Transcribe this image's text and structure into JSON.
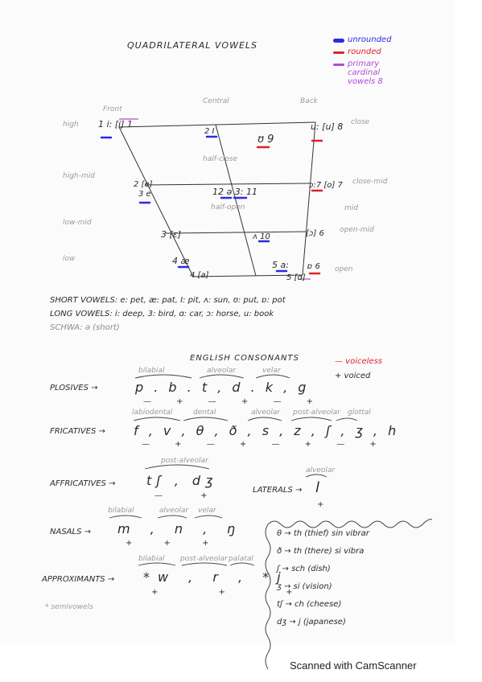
{
  "title": "QUADRILATERAL VOWELS",
  "legend": [
    {
      "label": "unrounded",
      "color": "#2b2be0"
    },
    {
      "label": "rounded",
      "color": "#e0202a"
    },
    {
      "label": "primary cardinal vowels 8",
      "color": "#b04ad8"
    }
  ],
  "quad": {
    "columns": [
      "Front",
      "Central",
      "Back"
    ],
    "rows": [
      "high",
      "high-mid",
      "low-mid",
      "low"
    ],
    "inner": [
      "half-close",
      "half-open"
    ],
    "right": [
      "close",
      "close-mid",
      "mid",
      "open-mid",
      "open"
    ],
    "symbols": {
      "i_long": "1 i: [i] 1",
      "u_long": "u: [u] 8",
      "I_short": "2 I",
      "upsilon": "ʊ 9",
      "e_card": "2 [e]",
      "e_short": "3 e",
      "schwa": "12 ə 3: 11",
      "o_card": "ɔ:7 [o] 7",
      "epsilon_card": "3 [ɛ]",
      "wedge": "ʌ 10",
      "open_o_card": "[ɔ] 6",
      "ae": "4 æ",
      "a_card": "4 [a]",
      "a_long": "5 a:",
      "o_short": "ɒ 6",
      "alpha_card": "5 [ɑ]"
    }
  },
  "vowel_lines": {
    "short": "SHORT VOWELS: e: pet, æ: pat, I: pit, ʌ: sun, ʊ: put, ɒ: pot",
    "long": "LONG VOWELS: i: deep, 3: bird, ɑ: car, ɔ: horse, u: book",
    "schwa": "SCHWA: ə (short)"
  },
  "consonants": {
    "title": "ENGLISH CONSONANTS",
    "legend_voiceless": "— voiceless",
    "legend_voiced": "+ voiced",
    "plosives": {
      "label": "PLOSIVES →",
      "places": [
        "bilabial",
        "alveolar",
        "velar"
      ],
      "symbols": "p . b . t , d . k , g",
      "marks": "—  +   —  +   —  +"
    },
    "fricatives": {
      "label": "FRICATIVES →",
      "places": [
        "labiodental",
        "dental",
        "alveolar",
        "post-alveolar",
        "glottal"
      ],
      "symbols": "f , v , θ , ð , s , z , ʃ , ʒ , h",
      "marks": "—  +   —  +   —  +   —  +"
    },
    "affricatives": {
      "label": "AFFRICATIVES →",
      "place": "post-alveolar",
      "symbols": "tʃ , dʒ",
      "marks": "—   +"
    },
    "laterals": {
      "label": "LATERALS →",
      "place": "alveolar",
      "symbol": "l",
      "mark": "+"
    },
    "nasals": {
      "label": "NASALS →",
      "places": [
        "bilabial",
        "alveolar",
        "velar"
      ],
      "symbols": "m , n , ŋ",
      "marks": "+   +   +"
    },
    "approximants": {
      "label": "APPROXIMANTS →",
      "places": [
        "bilabial",
        "post-alveolar",
        "palatal"
      ],
      "symbols": "*w , r , *j",
      "marks": "+   +   +"
    },
    "semivowels": "* semivowels"
  },
  "notes": [
    "θ → th (thief) sin vibrar",
    "ð → th (there) si vibra",
    "ʃ → sch (dish)",
    "ʒ → si (vision)",
    "tʃ → ch (cheese)",
    "dʒ → j (japanese)"
  ],
  "footer": "Scanned with CamScanner"
}
